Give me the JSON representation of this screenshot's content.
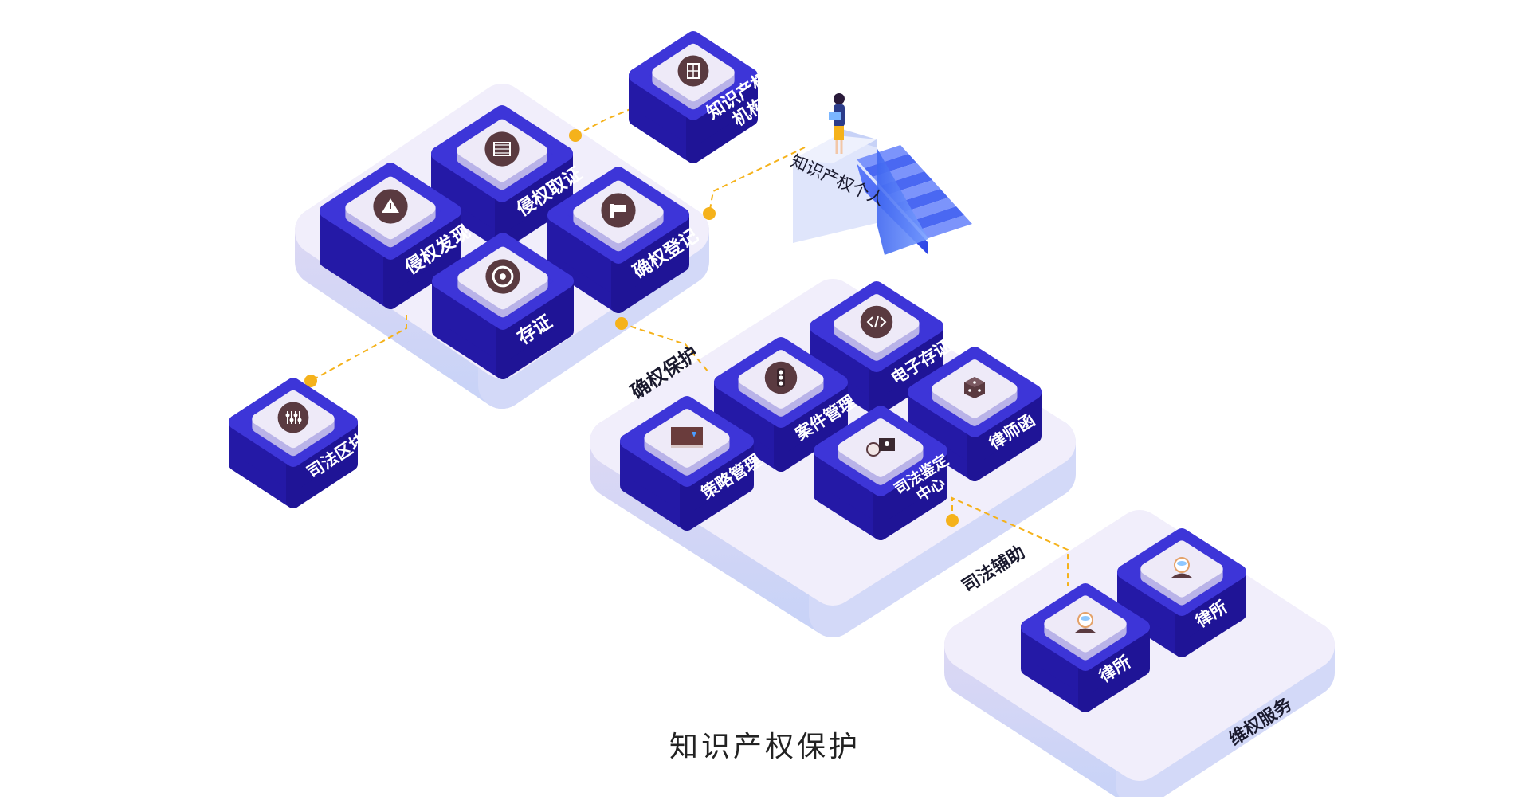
{
  "caption": "知识产权保护",
  "person_label": "知识产权个人",
  "platforms": [
    {
      "id": "quanquan",
      "label": "确权保护"
    },
    {
      "id": "sifa",
      "label": "司法辅助"
    },
    {
      "id": "weiquan",
      "label": "维权服务"
    }
  ],
  "blocks": [
    {
      "id": "qinquan-quzheng",
      "label": "侵权取证",
      "icon": "film-icon"
    },
    {
      "id": "qinquan-faxian",
      "label": "侵权发现",
      "icon": "warning-icon"
    },
    {
      "id": "quequan-dengji",
      "label": "确权登记",
      "icon": "flag-icon"
    },
    {
      "id": "cunzheng",
      "label": "存证",
      "icon": "target-icon"
    },
    {
      "id": "zhishi-jigou",
      "label": "知识产权\n机构",
      "icon": "cabinet-icon"
    },
    {
      "id": "sifa-qukuailian",
      "label": "司法区块链",
      "icon": "equalizer-icon"
    },
    {
      "id": "dianzi-cunzheng",
      "label": "电子存证",
      "icon": "code-icon"
    },
    {
      "id": "anjian-guanli",
      "label": "案件管理",
      "icon": "traffic-light-icon"
    },
    {
      "id": "lvshihan",
      "label": "律师函",
      "icon": "dice-icon"
    },
    {
      "id": "celue-guanli",
      "label": "策略管理",
      "icon": "book-icon"
    },
    {
      "id": "sifa-jianding",
      "label": "司法鉴定\n中心",
      "icon": "id-card-icon"
    },
    {
      "id": "lvsuo-1",
      "label": "律所",
      "icon": "lawyer-icon"
    },
    {
      "id": "lvsuo-2",
      "label": "律所",
      "icon": "lawyer-icon"
    }
  ],
  "colors": {
    "block_top": "#3d35d8",
    "block_side": "#2419a6",
    "icon_tile": "#eeeaf8",
    "icon_circle": "#5a3a40",
    "platform": "#f1eefb",
    "connector": "#f5b21b",
    "caption": "#222222"
  }
}
